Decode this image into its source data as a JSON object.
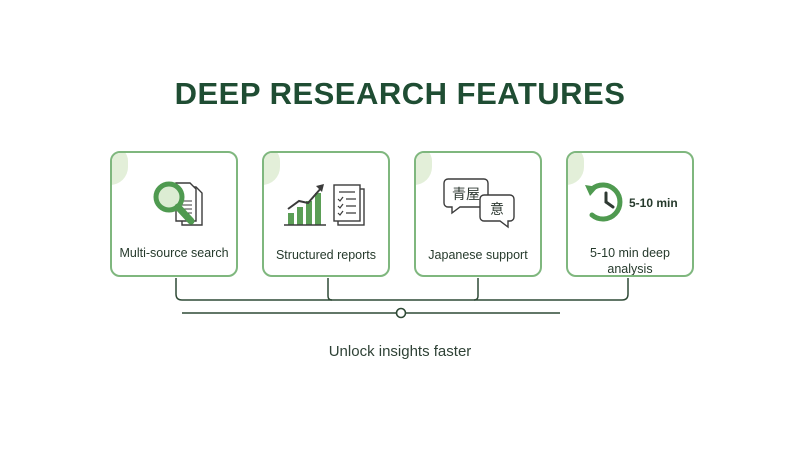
{
  "title": "DEEP RESEARCH FEATURES",
  "colors": {
    "title": "#1f4d33",
    "accent": "#4f9a50",
    "border": "#7fb77e",
    "line": "#2f4a36"
  },
  "features": [
    {
      "label": "Multi-source search",
      "icon": "magnifier-documents-icon"
    },
    {
      "label": "Structured reports",
      "icon": "chart-report-icon"
    },
    {
      "label": "Japanese support",
      "icon": "japanese-speech-bubbles-icon",
      "glyphs": [
        "青屋",
        "意"
      ]
    },
    {
      "label": "5-10 min deep analysis",
      "icon": "clock-refresh-icon",
      "badge": "5-10 min"
    }
  ],
  "tagline": "Unlock insights faster"
}
